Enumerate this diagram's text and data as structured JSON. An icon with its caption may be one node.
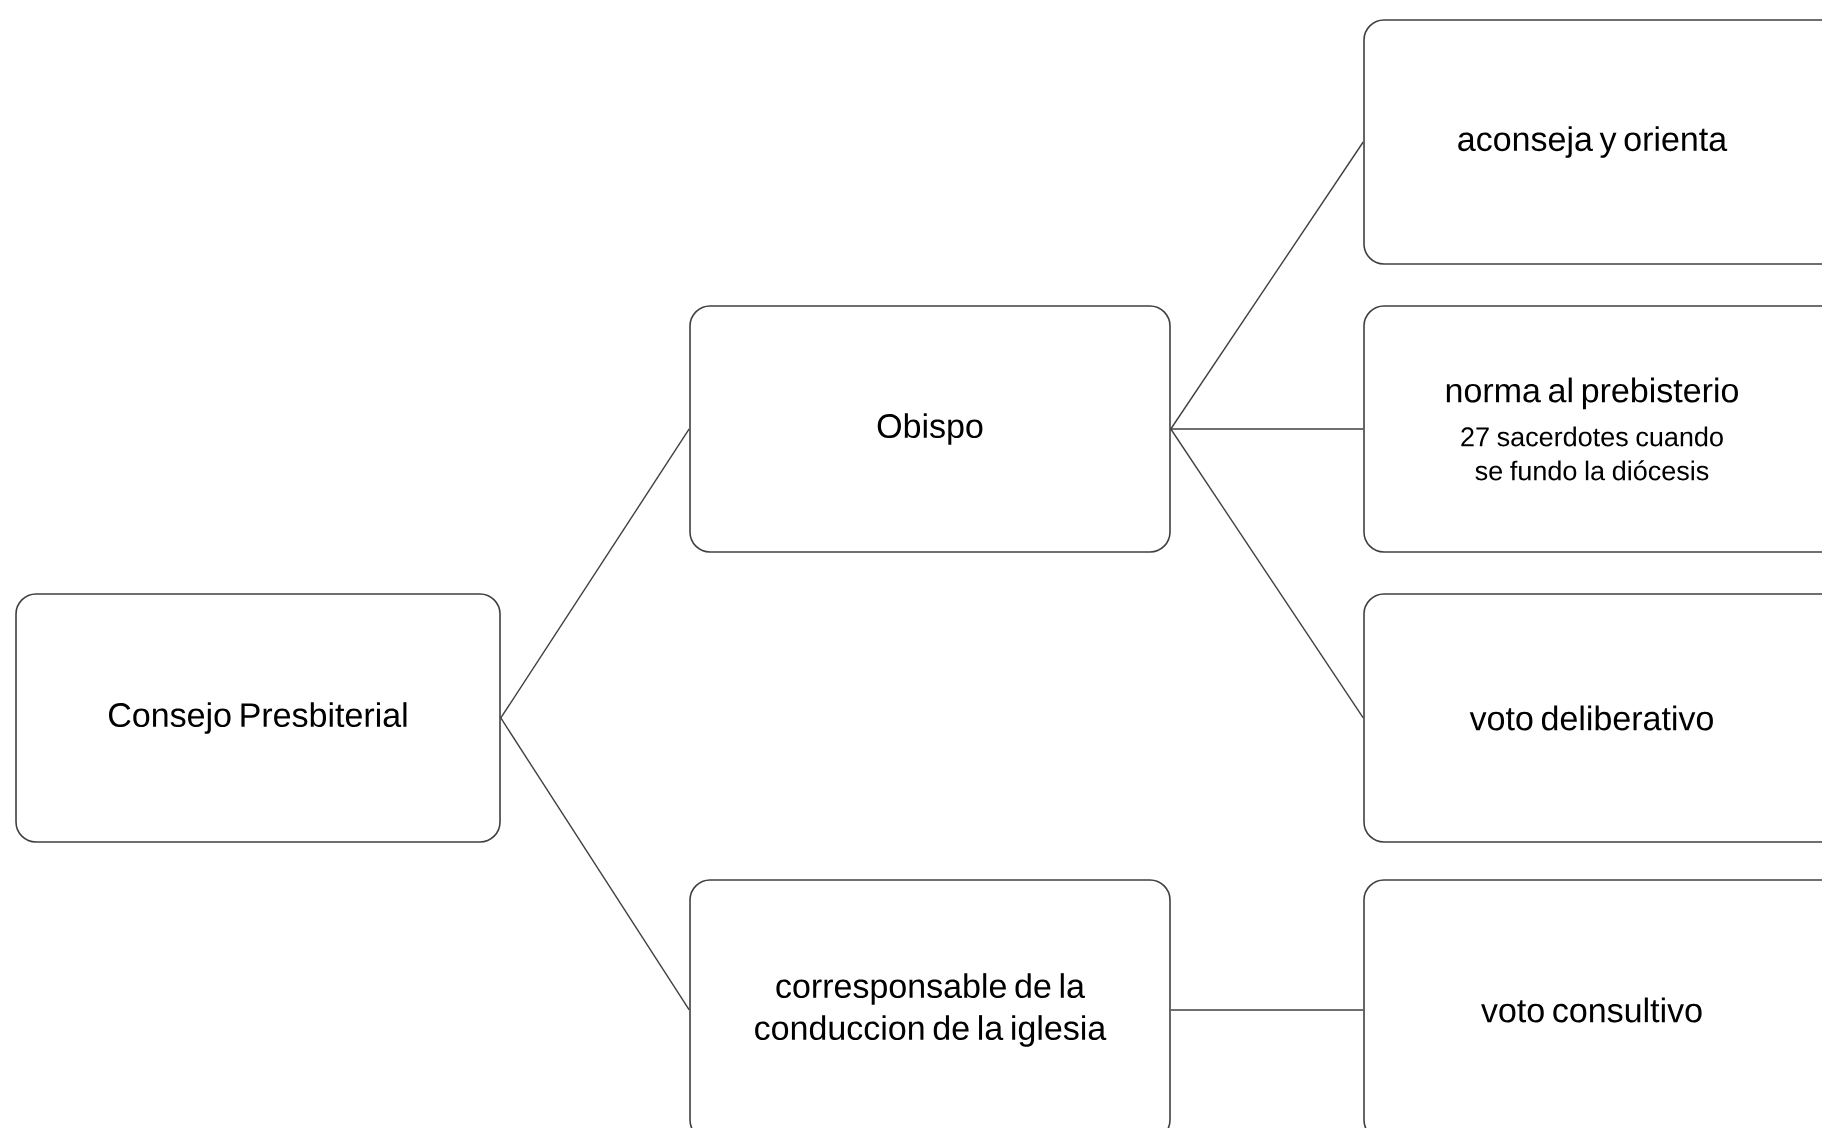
{
  "diagram": {
    "nodes": [
      {
        "text": [
          "Consejo   Presbiterial"
        ]
      },
      {
        "text": [
          "Obispo"
        ]
      },
      {
        "text": [
          "corresponsable de la conduccion de la iglesia"
        ]
      },
      {
        "text": [
          "aconseja y orienta"
        ]
      },
      {
        "text": [
          "norma al prebisterio",
          "27 sacerdotes cuando se fundo la diócesis"
        ]
      },
      {
        "text": [
          "voto deliberativo"
        ]
      },
      {
        "text": [
          "voto consultivo"
        ]
      }
    ],
    "edges": [
      {
        "from": 0,
        "to": 1,
        "arrow": "none"
      },
      {
        "from": 0,
        "to": 2,
        "arrow": "none"
      },
      {
        "from": 1,
        "to": 3,
        "arrow": "none"
      },
      {
        "from": 1,
        "to": 4,
        "arrow": "none"
      },
      {
        "from": 1,
        "to": 5,
        "arrow": "none"
      },
      {
        "from": 2,
        "to": 6,
        "arrow": "none"
      }
    ]
  }
}
